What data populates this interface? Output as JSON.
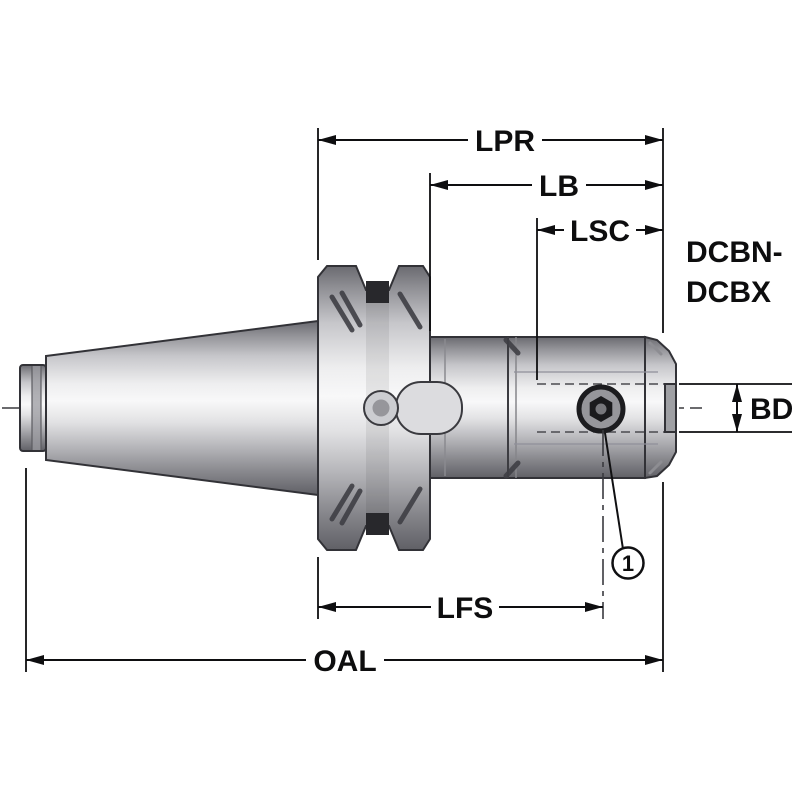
{
  "drawing": {
    "dimension_labels": {
      "lpr": "LPR",
      "lb": "LB",
      "lsc": "LSC",
      "dcbn_row1": "DCBN-",
      "dcbn_row2": "DCBX",
      "bd": "BD",
      "lfs": "LFS",
      "oal": "OAL"
    },
    "callout": {
      "number": "1"
    },
    "colors": {
      "background": "#ffffff",
      "outline": "#323237",
      "dimension_lines": "#0e0e10",
      "metal_highlight": "#f6f6f7",
      "metal_shadow": "#606066"
    }
  }
}
